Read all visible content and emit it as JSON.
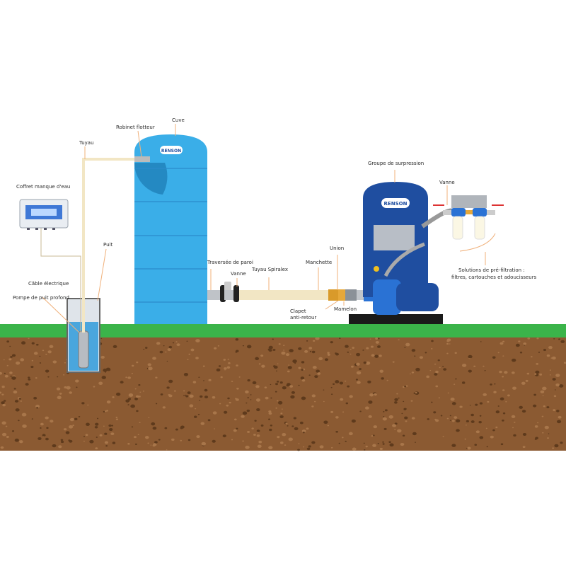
{
  "brand": "RENSON",
  "labels": {
    "cuve": "Cuve",
    "robinet": "Robinet flotteur",
    "tuyau": "Tuyau",
    "coffret": "Coffret manque d'eau",
    "puit": "Puit",
    "cable": "Câble électrique",
    "pompe": "Pompe de puit profond",
    "traversee": "Traversée de paroi",
    "vanne1": "Vanne",
    "spiralex": "Tuyau Spiralex",
    "manchette": "Manchette",
    "union": "Union",
    "clapet1": "Clapet",
    "clapet2": "anti-retour",
    "mamelon": "Mamelon",
    "groupe": "Groupe de surpression",
    "vanne2": "Vanne",
    "solutions1": "Solutions de pré-filtration :",
    "solutions2": "filtres, cartouches et adoucisseurs"
  },
  "colors": {
    "grass": "#3bb44a",
    "soil": "#8b5a32",
    "tank": "#3aaee8",
    "booster": "#1f4ea0",
    "pipe": "#f2e6c4",
    "leader": "#f0b07a"
  }
}
